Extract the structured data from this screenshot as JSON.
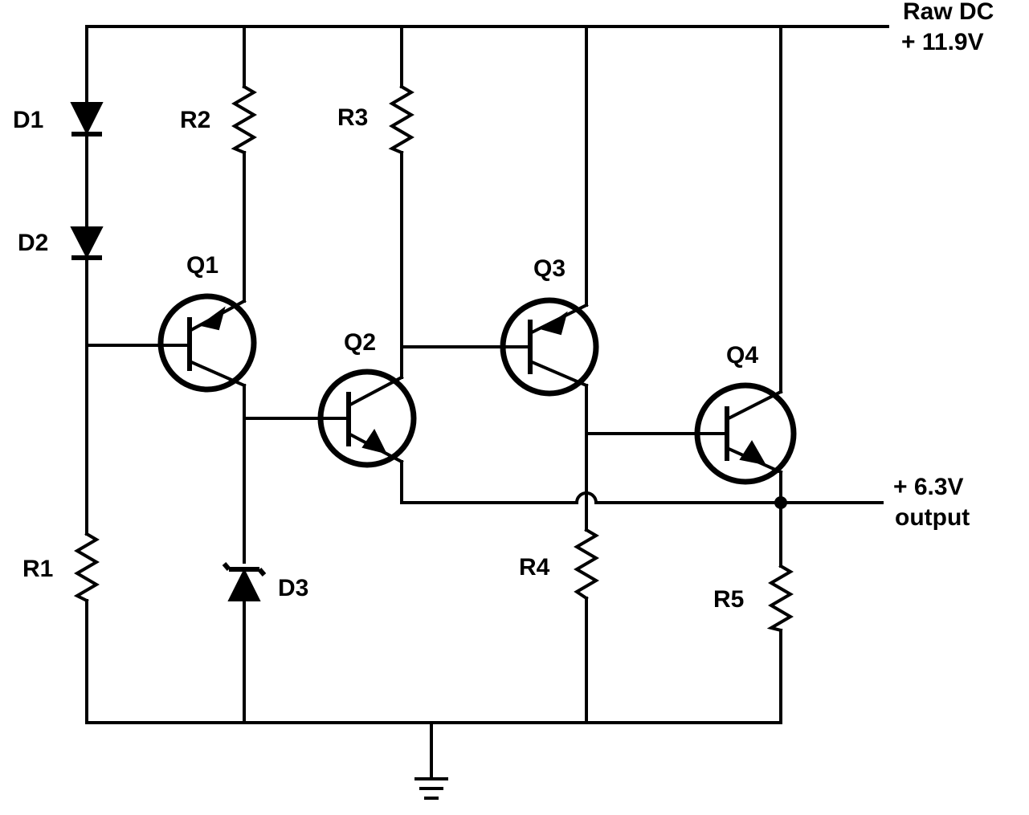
{
  "supply": {
    "line1": "Raw DC",
    "line2": "+ 11.9V"
  },
  "output": {
    "line1": "+ 6.3V",
    "line2": "output"
  },
  "components": {
    "D1": "D1",
    "D2": "D2",
    "D3": "D3",
    "R1": "R1",
    "R2": "R2",
    "R3": "R3",
    "R4": "R4",
    "R5": "R5",
    "Q1": "Q1",
    "Q2": "Q2",
    "Q3": "Q3",
    "Q4": "Q4"
  }
}
